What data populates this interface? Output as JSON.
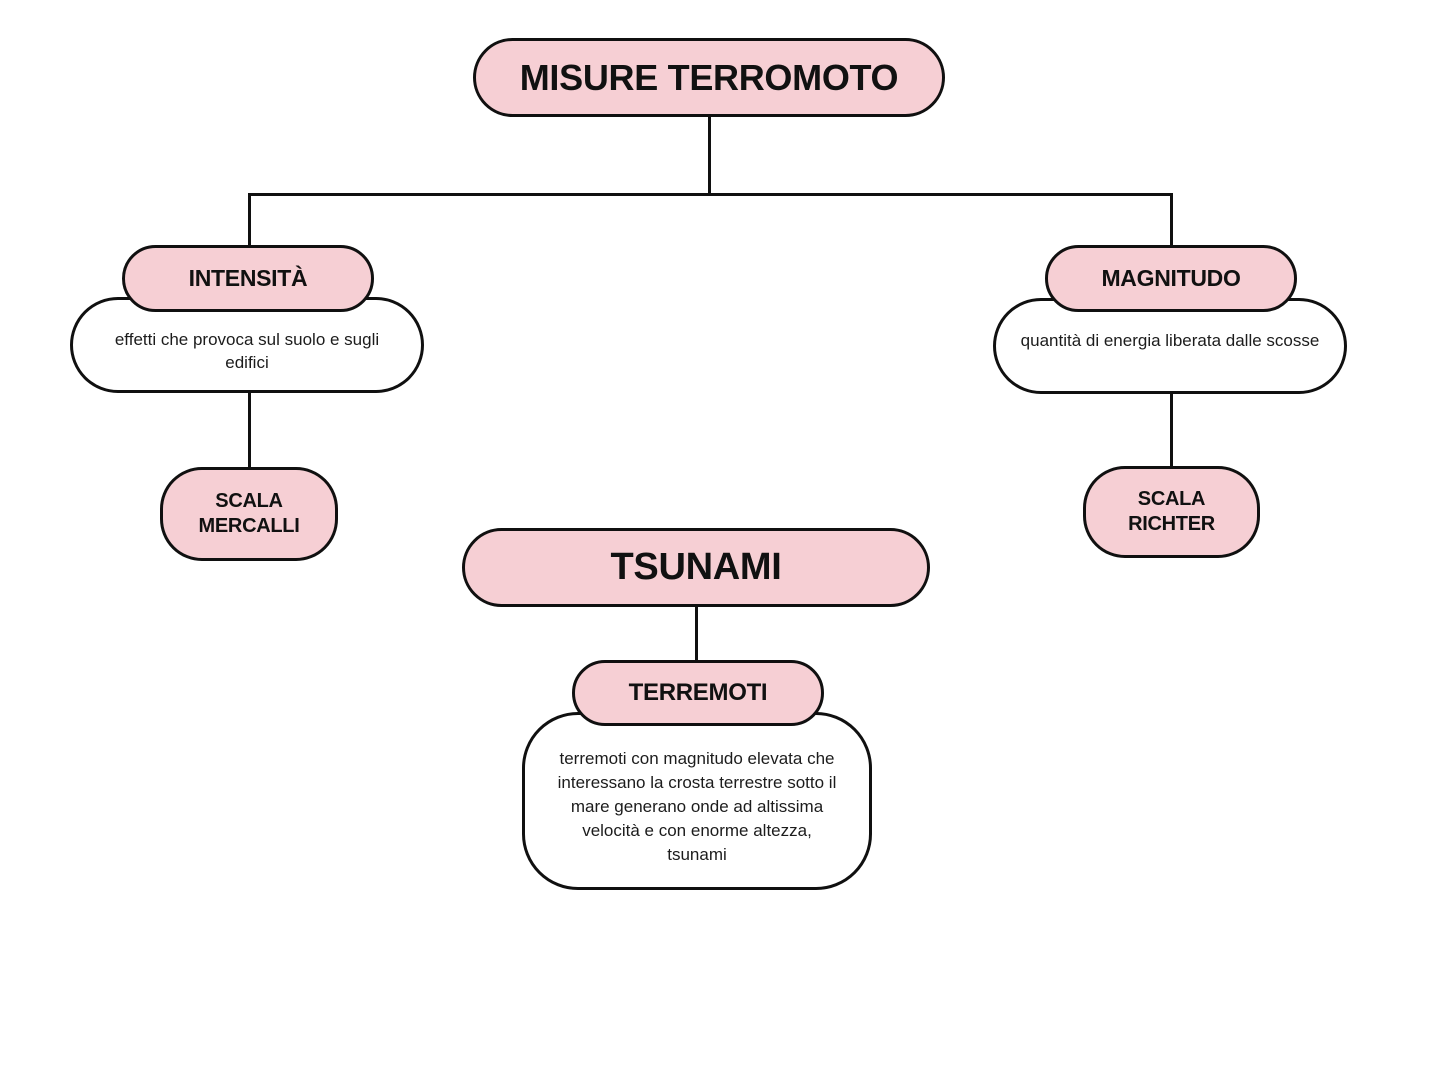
{
  "diagram": {
    "title": "MISURE TERROMOTO",
    "colors": {
      "node_fill": "#f6cfd4",
      "node_border": "#101010",
      "background": "#ffffff",
      "text": "#111111"
    },
    "nodes": {
      "root": {
        "label": "MISURE TERROMOTO"
      },
      "intensita": {
        "label": "INTENSITÀ",
        "description": "effetti che provoca sul suolo e sugli edifici"
      },
      "magnitudo": {
        "label": "MAGNITUDO",
        "description": "quantità di energia liberata dalle scosse"
      },
      "scala_mercalli": {
        "label": "SCALA MERCALLI"
      },
      "scala_richter": {
        "label": "SCALA RICHTER"
      },
      "tsunami": {
        "label": "TSUNAMI"
      },
      "terremoti": {
        "label": "TERREMOTI",
        "description": "terremoti con magnitudo elevata che interessano la crosta terrestre sotto il mare generano onde ad altissima velocità e con enorme altezza, tsunami"
      }
    },
    "edges": [
      "root-branch",
      "branch-intensita",
      "branch-magnitudo",
      "intensita-scala_mercalli",
      "magnitudo-scala_richter",
      "tsunami-terremoti"
    ]
  }
}
